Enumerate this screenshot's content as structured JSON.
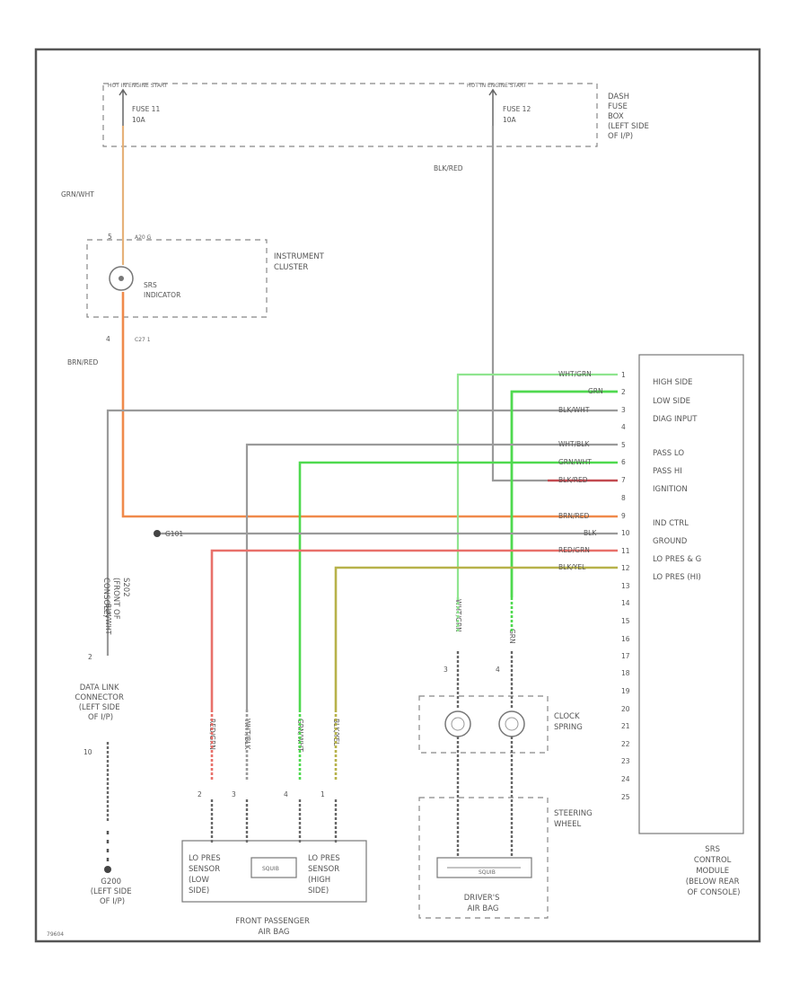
{
  "colors": {
    "orange": "#f08a4b",
    "tan": "#e6b27a",
    "green": "#4fd94f",
    "green_light": "#8fe58f",
    "red": "#e8706a",
    "olive": "#b7b24a",
    "gray": "#9a9a9a"
  },
  "fuse_box": {
    "hot_left": "HOT IN ENGINE START",
    "hot_right": "HOT IN ENGINE START",
    "fuse_left": "FUSE 11",
    "fuse_left_amp": "10A",
    "fuse_right": "FUSE 12",
    "fuse_right_amp": "10A",
    "label": [
      "DASH",
      "FUSE",
      "BOX",
      "(LEFT SIDE",
      "OF I/P)"
    ]
  },
  "wires": {
    "grn_wht": "GRN/WHT",
    "blk_red": "BLK/RED",
    "brn_red": "BRN/RED",
    "blk_wht": "BLK/WHT",
    "blk": "BLK"
  },
  "cluster": {
    "pin_top_left": "5",
    "pin_top_right": "A20 G",
    "indicator": [
      "SRS",
      "INDICATOR"
    ],
    "label": [
      "INSTRUMENT",
      "CLUSTER"
    ],
    "pin_bottom_left": "4",
    "pin_bottom_right": "C27 1"
  },
  "module": {
    "pins": [
      "1",
      "2",
      "3",
      "4",
      "5",
      "6",
      "7",
      "8",
      "9",
      "10",
      "11",
      "12",
      "13",
      "14",
      "15",
      "16",
      "17",
      "18",
      "19",
      "20",
      "21",
      "22",
      "23",
      "24",
      "25"
    ],
    "functions": [
      "HIGH SIDE",
      "LOW SIDE",
      "DIAG INPUT",
      "",
      "PASS LO",
      "PASS HI",
      "IGNITION",
      "",
      "IND CTRL",
      "GROUND",
      "LO PRES & G",
      "LO PRES (HI)"
    ],
    "wire_labels": [
      "WHT/GRN",
      "GRN",
      "BLK/WHT",
      "",
      "WHT/BLK",
      "GRN/WHT",
      "BLK/RED",
      "",
      "BRN/RED",
      "BLK",
      "RED/GRN",
      "BLK/YEL"
    ],
    "label": [
      "SRS",
      "CONTROL",
      "MODULE",
      "(BELOW REAR",
      "OF CONSOLE)"
    ]
  },
  "ground_g": "G101",
  "splice": {
    "label": [
      "S202",
      "(FRONT OF",
      "CONSOLE)"
    ],
    "wire": "BLK/WHT"
  },
  "dlc": {
    "pin_top": "2",
    "label": [
      "DATA LINK",
      "CONNECTOR",
      "(LEFT SIDE",
      "OF I/P)"
    ],
    "pin_bottom": "10"
  },
  "ground_g200": {
    "label": [
      "G200",
      "(LEFT SIDE",
      "OF I/P)"
    ]
  },
  "passenger_airbag": {
    "pins": [
      "2",
      "3",
      "4",
      "1"
    ],
    "wires": [
      "RED/GRN",
      "WHT/BLK",
      "GRN/WHT",
      "BLK/YEL"
    ],
    "left_sensor": [
      "LO PRES",
      "SENSOR",
      "(LOW",
      "SIDE)"
    ],
    "right_sensor": [
      "LO PRES",
      "SENSOR",
      "(HIGH",
      "SIDE)"
    ],
    "inner": "SQUIB",
    "label": [
      "FRONT PASSENGER",
      "AIR BAG"
    ]
  },
  "clock_spring": {
    "pins": [
      "3",
      "4"
    ],
    "wires": [
      "WHT/GRN",
      "GRN"
    ],
    "label": [
      "CLOCK",
      "SPRING"
    ],
    "steering_label": [
      "STEERING",
      "WHEEL"
    ]
  },
  "driver_airbag": {
    "inner": "SQUIB",
    "label": [
      "DRIVER'S",
      "AIR BAG"
    ]
  },
  "diagram_id": "79604"
}
